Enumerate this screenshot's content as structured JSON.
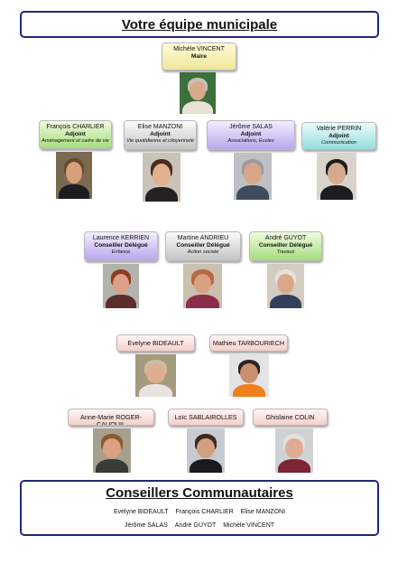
{
  "title": "Votre équipe municipale",
  "members": [
    {
      "id": "vincent",
      "name": "Michèle VINCENT",
      "role": "Maire",
      "detail": "",
      "style": "y",
      "photo": {
        "bg": "#3d6f3a",
        "skin": "#d8a88c",
        "hair": "#c9c1b4",
        "clothes": "#e8e1d6"
      }
    },
    {
      "id": "charlier",
      "name": "François CHARLIER",
      "role": "Adjoint",
      "detail": "Aménagement et cadre de vie",
      "style": "g",
      "photo": {
        "bg": "#7a6a52",
        "skin": "#d7a07c",
        "hair": "#6b4a2a",
        "clothes": "#1d1d1f"
      }
    },
    {
      "id": "manzoni",
      "name": "Elise MANZONI",
      "role": "Adjoint",
      "detail": "Vie quotidienne et citoyenneté",
      "style": "gr",
      "photo": {
        "bg": "#c9c3ba",
        "skin": "#e1b08f",
        "hair": "#4a2c1c",
        "clothes": "#262022"
      }
    },
    {
      "id": "salas",
      "name": "Jérôme SALAS",
      "role": "Adjoint",
      "detail": "Associations,  Ecoles",
      "style": "p",
      "photo": {
        "bg": "#bfc0c3",
        "skin": "#d9a58a",
        "hair": "#9a9a9c",
        "clothes": "#3f4c5e"
      }
    },
    {
      "id": "perrin",
      "name": "Valérie PERRIN",
      "role": "Adjoint",
      "detail": "Communication",
      "style": "c",
      "photo": {
        "bg": "#d9d4cb",
        "skin": "#d6a98c",
        "hair": "#1e1a1a",
        "clothes": "#1c1c22"
      }
    },
    {
      "id": "kerrien",
      "name": "Laurence KERRIEN",
      "role": "Conseiller Délégué",
      "detail": "Enfance",
      "style": "p",
      "photo": {
        "bg": "#b4b2ad",
        "skin": "#dba184",
        "hair": "#8e3b22",
        "clothes": "#5a2e2a"
      }
    },
    {
      "id": "andrieu",
      "name": "Martine ANDRIEU",
      "role": "Conseiller Délégué",
      "detail": "Action sociale",
      "style": "gr",
      "photo": {
        "bg": "#cbbfae",
        "skin": "#d9a082",
        "hair": "#b56a42",
        "clothes": "#8a2c4c"
      }
    },
    {
      "id": "guyot",
      "name": "André GUYOT",
      "role": "Conseiller Délégué",
      "detail": "Travaux",
      "style": "g",
      "photo": {
        "bg": "#d2ccc2",
        "skin": "#d9a88a",
        "hair": "#e4e2dd",
        "clothes": "#33405a"
      }
    },
    {
      "id": "bideault",
      "name": "Evelyne BIDEAULT",
      "role": "",
      "detail": "",
      "style": "k",
      "photo": {
        "bg": "#a49a7e",
        "skin": "#deae93",
        "hair": "#cbbf9e",
        "clothes": "#e8e3df"
      }
    },
    {
      "id": "tarbouriech",
      "name": "Mathieu TARBOURIECH",
      "role": "",
      "detail": "",
      "style": "k",
      "photo": {
        "bg": "#e3e4e6",
        "skin": "#c98f6e",
        "hair": "#2a2422",
        "clothes": "#ef7f1a"
      }
    },
    {
      "id": "roger",
      "name": "Anne-Marie ROGER-CAUQUIL",
      "role": "",
      "detail": "",
      "style": "k",
      "photo": {
        "bg": "#a5a08e",
        "skin": "#dba283",
        "hair": "#8b5a2e",
        "clothes": "#3a3a34"
      }
    },
    {
      "id": "sablairolles",
      "name": "Loïc SABLAIROLLES",
      "role": "",
      "detail": "",
      "style": "k",
      "photo": {
        "bg": "#c7cbd1",
        "skin": "#d3a07f",
        "hair": "#3a2a20",
        "clothes": "#1a1b20"
      }
    },
    {
      "id": "colin",
      "name": "Ghislaine COLIN",
      "role": "",
      "detail": "",
      "style": "k",
      "photo": {
        "bg": "#cfd1d3",
        "skin": "#deab93",
        "hair": "#e3e1de",
        "clothes": "#7a2436"
      }
    }
  ],
  "conseillers": {
    "title": "Conseillers Communautaires",
    "row1": [
      "Evelyne BIDEAULT",
      "François CHARLIER",
      "Elise MANZONI"
    ],
    "row2": [
      "Jérôme SALAS",
      "André GUYOT",
      "Michèle VINCENT"
    ]
  }
}
